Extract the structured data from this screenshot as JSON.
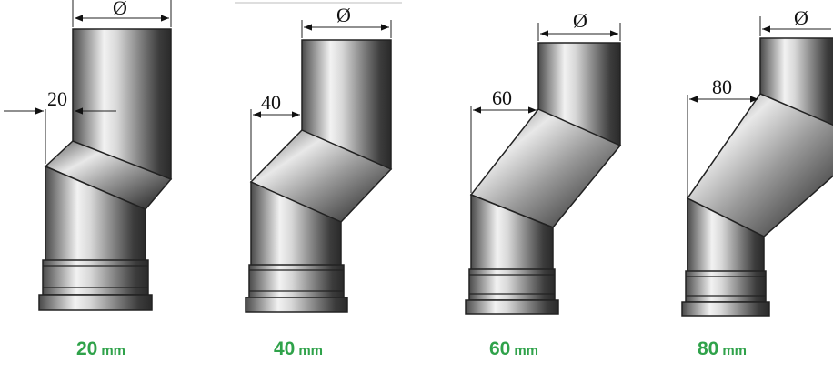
{
  "diameter_symbol": "Ø",
  "offsets": [
    {
      "value": "20",
      "unit": "mm"
    },
    {
      "value": "40",
      "unit": "mm"
    },
    {
      "value": "60",
      "unit": "mm"
    },
    {
      "value": "80",
      "unit": "mm"
    }
  ],
  "colors": {
    "caption": "#2fa24a",
    "metal_dark": "#3a3a3a",
    "metal_light": "#f4f4f4"
  }
}
